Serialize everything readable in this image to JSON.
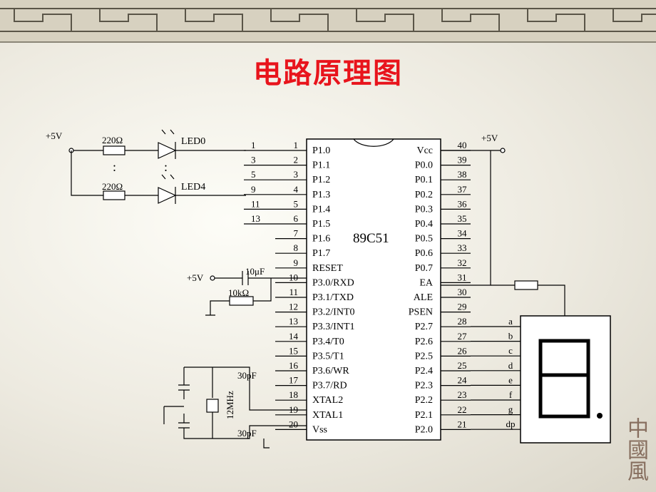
{
  "slide": {
    "title": "电路原理图",
    "seal_text": "中國風"
  },
  "chip": {
    "name": "89C51",
    "left_pins": [
      {
        "num": "1",
        "label": "P1.0"
      },
      {
        "num": "2",
        "label": "P1.1"
      },
      {
        "num": "3",
        "label": "P1.2"
      },
      {
        "num": "4",
        "label": "P1.3"
      },
      {
        "num": "5",
        "label": "P1.4"
      },
      {
        "num": "6",
        "label": "P1.5"
      },
      {
        "num": "7",
        "label": "P1.6"
      },
      {
        "num": "8",
        "label": "P1.7"
      },
      {
        "num": "9",
        "label": "RESET"
      },
      {
        "num": "10",
        "label": "P3.0/RXD"
      },
      {
        "num": "11",
        "label": "P3.1/TXD"
      },
      {
        "num": "12",
        "label": "P3.2/INT0"
      },
      {
        "num": "13",
        "label": "P3.3/INT1"
      },
      {
        "num": "14",
        "label": "P3.4/T0"
      },
      {
        "num": "15",
        "label": "P3.5/T1"
      },
      {
        "num": "16",
        "label": "P3.6/WR"
      },
      {
        "num": "17",
        "label": "P3.7/RD"
      },
      {
        "num": "18",
        "label": "XTAL2"
      },
      {
        "num": "19",
        "label": "XTAL1"
      },
      {
        "num": "20",
        "label": "Vss"
      }
    ],
    "right_pins": [
      {
        "num": "40",
        "label": "Vcc"
      },
      {
        "num": "39",
        "label": "P0.0"
      },
      {
        "num": "38",
        "label": "P0.1"
      },
      {
        "num": "37",
        "label": "P0.2"
      },
      {
        "num": "36",
        "label": "P0.3"
      },
      {
        "num": "35",
        "label": "P0.4"
      },
      {
        "num": "34",
        "label": "P0.5"
      },
      {
        "num": "33",
        "label": "P0.6"
      },
      {
        "num": "32",
        "label": "P0.7"
      },
      {
        "num": "31",
        "label": "EA"
      },
      {
        "num": "30",
        "label": "ALE"
      },
      {
        "num": "29",
        "label": "PSEN"
      },
      {
        "num": "28",
        "label": "P2.7"
      },
      {
        "num": "27",
        "label": "P2.6"
      },
      {
        "num": "26",
        "label": "P2.5"
      },
      {
        "num": "25",
        "label": "P2.4"
      },
      {
        "num": "24",
        "label": "P2.3"
      },
      {
        "num": "23",
        "label": "P2.2"
      },
      {
        "num": "22",
        "label": "P2.1"
      },
      {
        "num": "21",
        "label": "P2.0"
      }
    ]
  },
  "led_wires": [
    "1",
    "3",
    "5",
    "9",
    "11",
    "13"
  ],
  "led_circuit": {
    "supply": "+5V",
    "resistor_top": "220Ω",
    "resistor_bottom": "220Ω",
    "led_top": "LED0",
    "led_bottom": "LED4",
    "ellipsis": ":"
  },
  "reset_circuit": {
    "supply": "+5V",
    "capacitor": "10μF",
    "resistor": "10kΩ"
  },
  "crystal_circuit": {
    "cap_top": "30pF",
    "cap_bottom": "30pF",
    "crystal": "12MHz"
  },
  "vcc_supply": "+5V",
  "seven_segment": {
    "segments": [
      "a",
      "b",
      "c",
      "d",
      "e",
      "f",
      "g",
      "dp"
    ]
  }
}
